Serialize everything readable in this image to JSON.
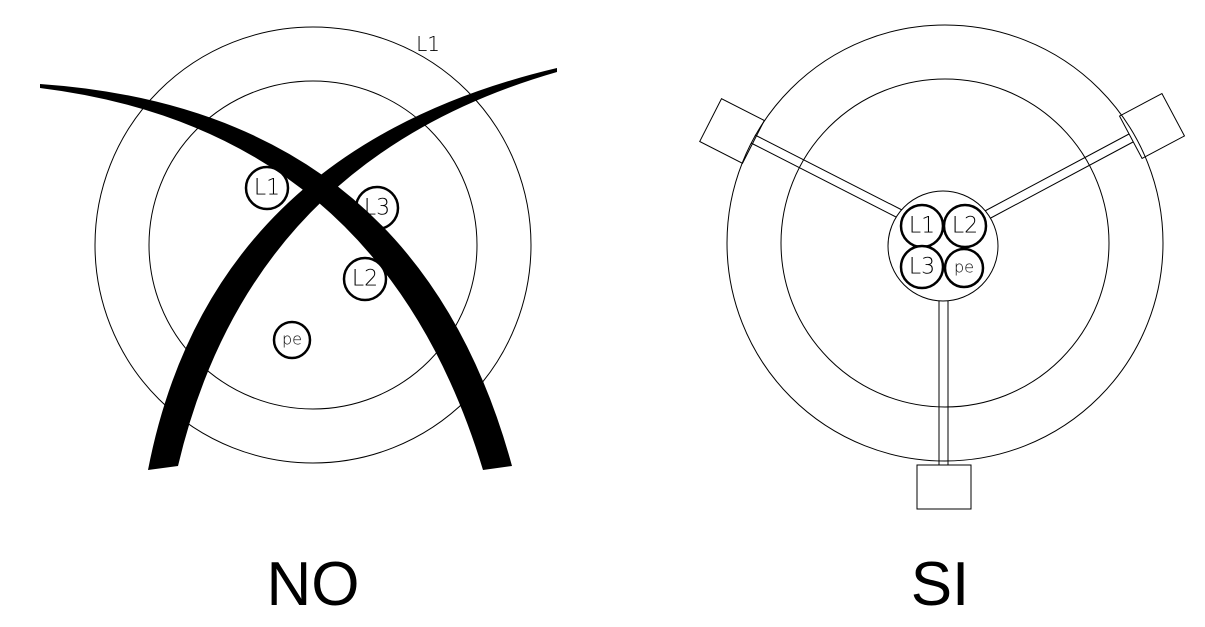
{
  "left_panel": {
    "caption": "NO",
    "outer_ring_label": "L1",
    "conductors": [
      "L1",
      "L3",
      "L2",
      "pe"
    ]
  },
  "right_panel": {
    "caption": "SI",
    "conductors": [
      "L1",
      "L2",
      "L3",
      "pe"
    ]
  },
  "colors": {
    "stroke": "#000000",
    "background": "#ffffff"
  }
}
